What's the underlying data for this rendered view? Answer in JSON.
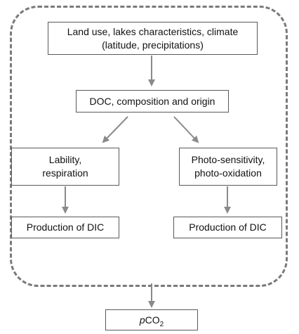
{
  "nodes": {
    "drivers": {
      "line1": "Land use, lakes characteristics, climate",
      "line2": "(latitude, precipitations)"
    },
    "doc": {
      "label": "DOC, composition and origin"
    },
    "lability": {
      "line1": "Lability,",
      "line2": "respiration"
    },
    "photo": {
      "line1": "Photo-sensitivity,",
      "line2": "photo-oxidation"
    },
    "dic_left": {
      "label": "Production of DIC"
    },
    "dic_right": {
      "label": "Production of DIC"
    },
    "pco2": {
      "prefix": "p",
      "main": "CO",
      "sub": "2"
    }
  },
  "colors": {
    "arrow": "#8a8a8a",
    "box_border": "#595959",
    "frame_border": "#7a7a7a"
  }
}
